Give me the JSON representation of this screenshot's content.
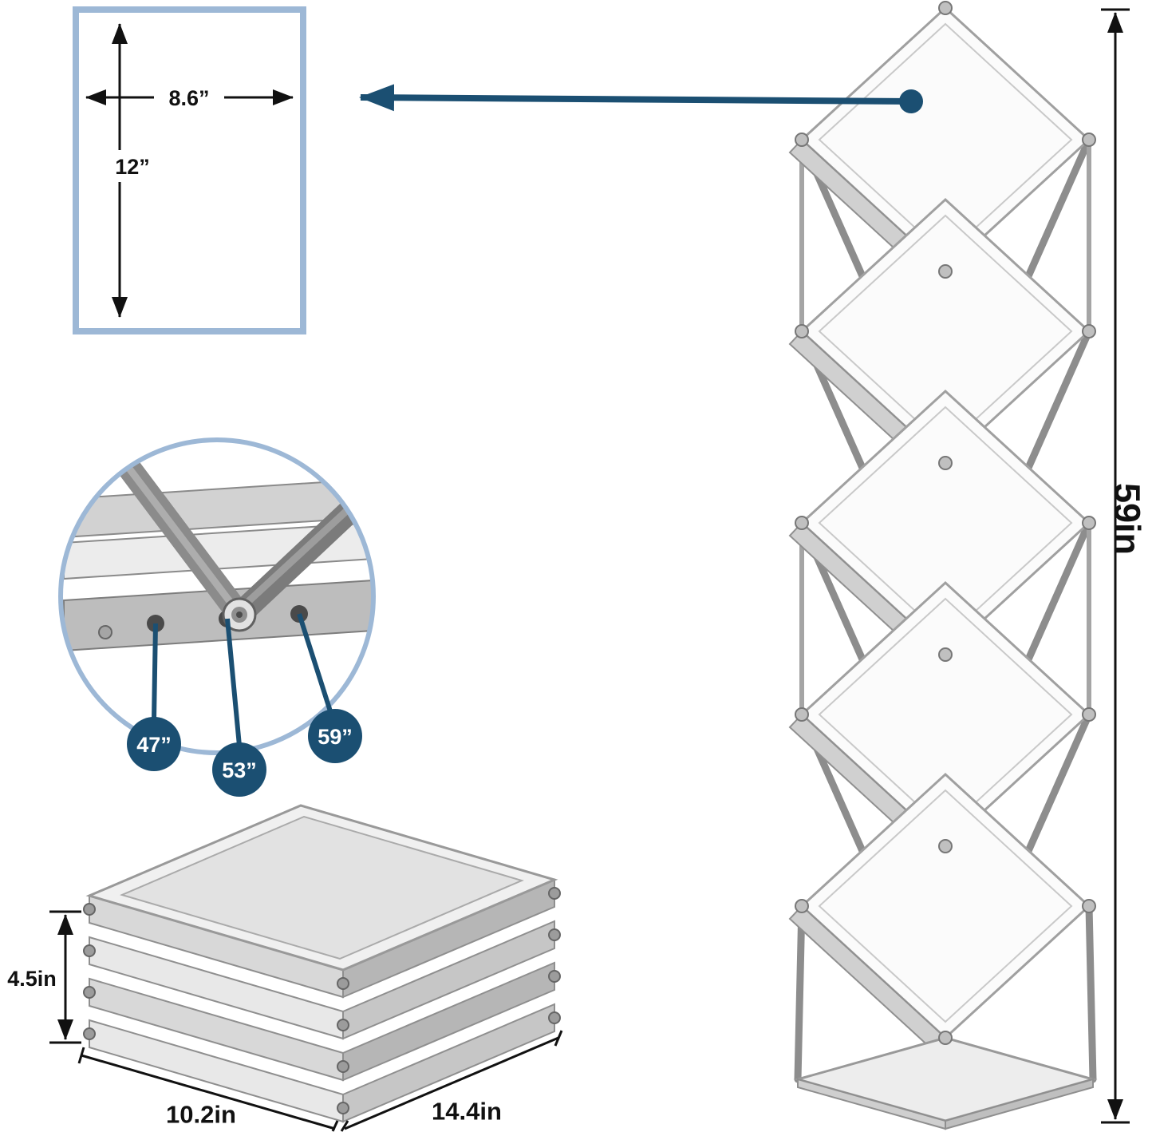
{
  "product_diagram": {
    "pocket": {
      "width_label": "8.6”",
      "height_label": "12”"
    },
    "height_settings": {
      "labels": [
        "47”",
        "53”",
        "59”"
      ]
    },
    "folded": {
      "height_label": "4.5in",
      "depth_label": "10.2in",
      "width_label": "14.4in"
    },
    "expanded": {
      "height_label": "59in"
    }
  },
  "colors": {
    "accent_navy": "#1b4f72",
    "light_blue_border": "#9db8d6",
    "dimension_black": "#111111",
    "metal_gray": "#9a9a9a"
  }
}
